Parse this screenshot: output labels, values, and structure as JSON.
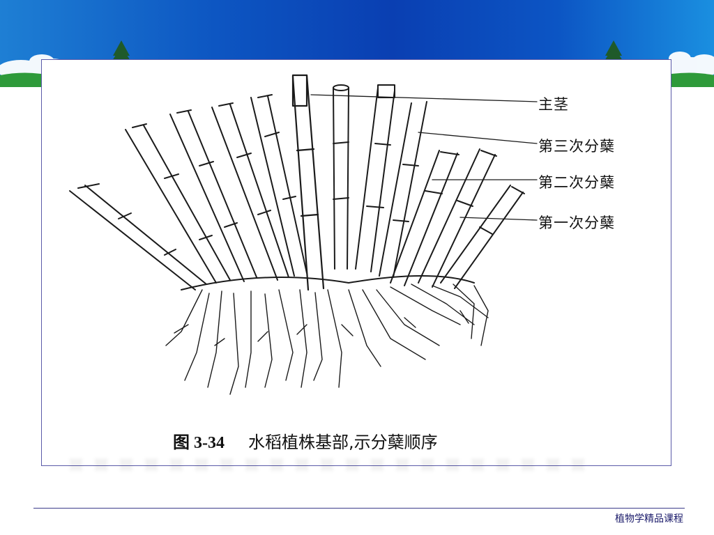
{
  "figure": {
    "labels": {
      "main_stem": "主茎",
      "third_tiller": "第三次分蘖",
      "second_tiller": "第二次分蘖",
      "first_tiller": "第一次分蘖"
    },
    "caption": {
      "number": "图 3-34",
      "text": "水稻植株基部,示分蘖顺序"
    }
  },
  "footer": {
    "course_name": "植物学精品课程"
  },
  "colors": {
    "sky_dark": "#0a3fb2",
    "sky_light": "#1a8fe0",
    "grass": "#2e9a3a",
    "frame_border": "#5a5aa8",
    "footer_line": "#3a3a8a"
  }
}
